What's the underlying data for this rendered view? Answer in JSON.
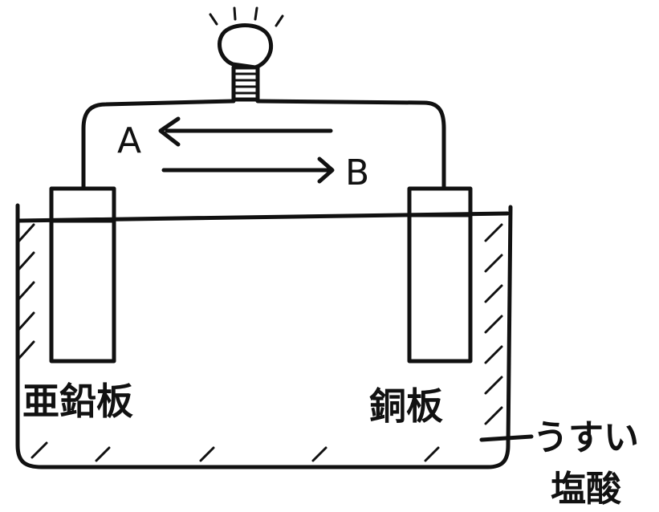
{
  "diagram": {
    "label_a": "A",
    "label_b": "B",
    "zinc_plate": "亜鉛板",
    "copper_plate": "銅板",
    "solution_line1": "うすい",
    "solution_line2": "塩酸",
    "colors": {
      "ink": "#111111",
      "background": "#ffffff"
    },
    "icons": [
      "light-bulb-icon",
      "arrow-left-icon",
      "arrow-right-icon"
    ]
  }
}
